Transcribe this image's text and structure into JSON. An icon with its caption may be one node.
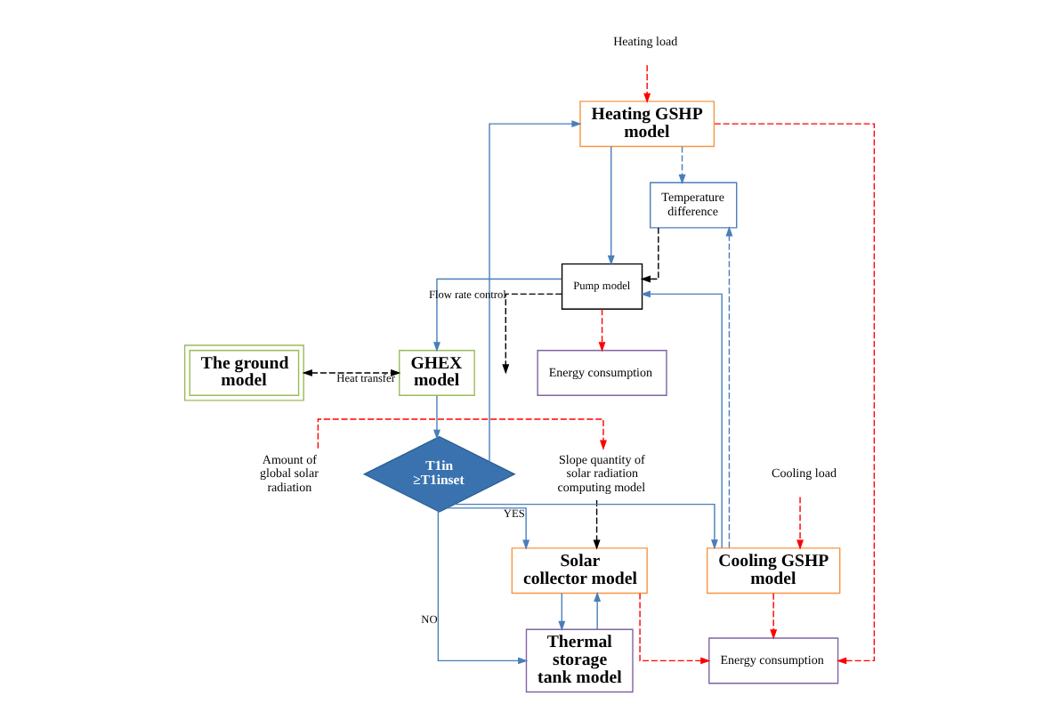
{
  "diagram": {
    "nodes": [
      {
        "text": [
          "Slope quantity of solar radiation computing model"
        ]
      },
      {
        "text": [
          "Amount of global solar radiation"
        ]
      },
      {
        "text": [
          "Solar collector model"
        ]
      },
      {
        "text": [
          "Heating load"
        ]
      },
      {
        "text": [
          "Cooling load"
        ]
      },
      {
        "text": [
          "Energy consumption"
        ]
      },
      {
        "text": [
          "Heating GSHP model"
        ]
      },
      {
        "text": [
          "Cooling GSHP model"
        ]
      },
      {
        "text": [
          "T1in ≥T1inset"
        ]
      },
      {
        "text": [
          "Temperature difference"
        ]
      },
      {
        "text": [
          "Thermal storage tank model"
        ]
      },
      {
        "text": [
          "Pump model"
        ]
      },
      {
        "text": [
          "Energy consumption"
        ]
      },
      {
        "text": [
          "The ground model"
        ]
      },
      {
        "text": [
          "GHEX model"
        ]
      }
    ],
    "edges": [
      {
        "from": 1,
        "to": 0,
        "arrow": "to",
        "style": "dashed",
        "color": "#ff0000"
      },
      {
        "from": 0,
        "to": 2,
        "arrow": "to",
        "style": "dashed",
        "color": "#000000"
      },
      {
        "from": 3,
        "to": 6,
        "arrow": "to",
        "style": "dashed",
        "color": "#ff0000"
      },
      {
        "from": 4,
        "to": 7,
        "arrow": "to",
        "style": "dashed",
        "color": "#ff0000"
      },
      {
        "from": 2,
        "to": 5,
        "arrow": "to",
        "style": "dashed",
        "color": "#ff0000"
      },
      {
        "from": 6,
        "to": 5,
        "arrow": "to",
        "style": "dashed",
        "color": "#ff0000"
      },
      {
        "from": 7,
        "to": 5,
        "arrow": "to",
        "style": "dashed",
        "color": "#ff0000"
      },
      {
        "from": 8,
        "to": 2,
        "arrow": "to",
        "label": "YES"
      },
      {
        "from": 8,
        "to": 6,
        "arrow": "to"
      },
      {
        "from": 8,
        "to": 7,
        "arrow": "to"
      },
      {
        "from": 8,
        "to": 10,
        "arrow": "to",
        "label": "NO"
      },
      {
        "from": 2,
        "to": 10,
        "arrow": "to"
      },
      {
        "from": 10,
        "to": 2,
        "arrow": "to"
      },
      {
        "from": 6,
        "to": 9,
        "arrow": "to",
        "style": "dashed"
      },
      {
        "from": 7,
        "to": 9,
        "arrow": "to",
        "style": "dashed"
      },
      {
        "from": 6,
        "to": 11,
        "arrow": "to"
      },
      {
        "from": 7,
        "to": 11,
        "arrow": "to"
      },
      {
        "from": 9,
        "to": 11,
        "arrow": "to",
        "style": "dashed",
        "color": "#000000"
      },
      {
        "from": 11,
        "to": 12,
        "arrow": "to",
        "style": "dashed",
        "color": "#ff0000"
      },
      {
        "from": 11,
        "to": null,
        "arrow": "to",
        "label": "Flow rate control",
        "style": "dashed",
        "color": "#000000"
      },
      {
        "from": 11,
        "to": 14,
        "arrow": "to"
      },
      {
        "from": 13,
        "to": 14,
        "arrow": "both",
        "label": "Heat transfer",
        "style": "dashed",
        "color": "#000000"
      },
      {
        "from": 14,
        "to": 8,
        "arrow": "to"
      }
    ]
  }
}
